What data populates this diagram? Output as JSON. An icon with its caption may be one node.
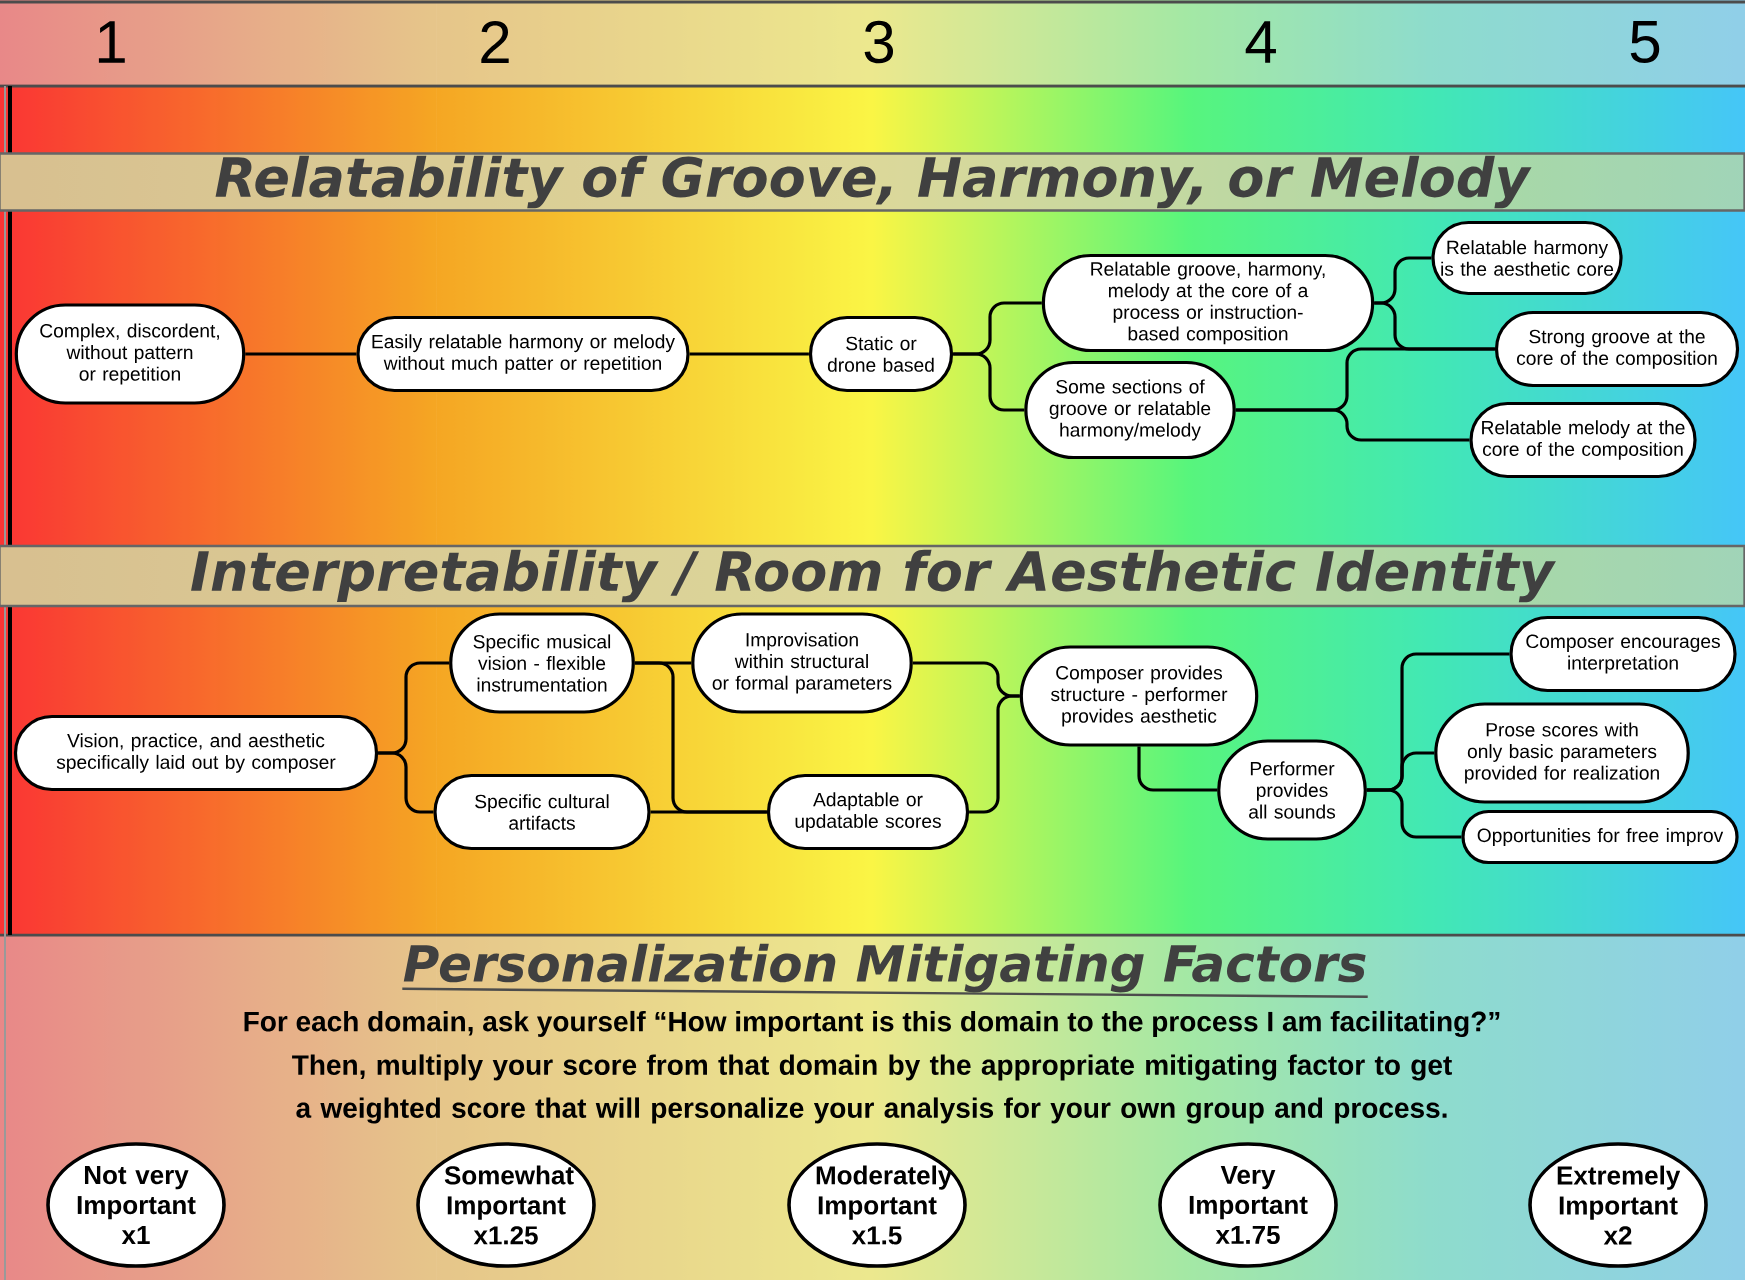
{
  "diagram": {
    "nodes": [
      {
        "text": [
          "Relatability of Groove, Harmony, or Melody"
        ]
      },
      {
        "text": [
          "Complex, discordent, without pattern or repetition"
        ]
      },
      {
        "text": [
          "Easily relatable harmony or melody without much patter or repetition"
        ]
      },
      {
        "text": [
          "Static or drone based"
        ]
      },
      {
        "text": [
          "Relatable groove, harmony, melody at the core of a process or instruction-based composition"
        ]
      },
      {
        "text": [
          "Relatable harmony is the aesthetic core"
        ]
      },
      {
        "text": [
          "Strong groove at the core of the composition"
        ]
      },
      {
        "text": [
          "Some sections of groove or relatable harmony/melody"
        ]
      },
      {
        "text": [
          "Relatable melody at the core of the composition"
        ]
      },
      {
        "text": [
          "Interpretability / Room for Aesthetic Identity"
        ]
      },
      {
        "text": [
          "Vision, practice, and aesthetic specifically laid out by composer"
        ]
      },
      {
        "text": [
          "Specific musical vision - flexible instrumentation"
        ]
      },
      {
        "text": [
          "Improvisation within structural or formal parameters"
        ]
      },
      {
        "text": [
          "Specific cultural artifacts"
        ]
      },
      {
        "text": [
          "Adaptable or updatable scores"
        ]
      },
      {
        "text": [
          "Composer provides structure - performer provides aesthetic"
        ]
      },
      {
        "text": [
          "Performer provides all sounds"
        ]
      },
      {
        "text": [
          "Composer encourages interpretation"
        ]
      },
      {
        "text": [
          "Prose scores with only basic parameters provided for realization"
        ]
      },
      {
        "text": [
          "Opportunities for free improv"
        ]
      },
      {
        "text": [
          "Not very Important x1"
        ]
      },
      {
        "text": [
          "Somewhat Important x1.25"
        ]
      },
      {
        "text": [
          "Moderately Important x1.5"
        ]
      },
      {
        "text": [
          "Very Important x1.75"
        ]
      },
      {
        "text": [
          "Extremely Important x2"
        ]
      }
    ],
    "edges": [
      {
        "from": 1,
        "to": 2,
        "arrow": "none"
      },
      {
        "from": 2,
        "to": 3,
        "arrow": "none"
      },
      {
        "from": 3,
        "to": 4,
        "arrow": "none"
      },
      {
        "from": 3,
        "to": 7,
        "arrow": "none"
      },
      {
        "from": 4,
        "to": 5,
        "arrow": "none"
      },
      {
        "from": 4,
        "to": 6,
        "arrow": "none"
      },
      {
        "from": 7,
        "to": 6,
        "arrow": "none"
      },
      {
        "from": 7,
        "to": 8,
        "arrow": "none"
      },
      {
        "from": 10,
        "to": 11,
        "arrow": "none"
      },
      {
        "from": 10,
        "to": 13,
        "arrow": "none"
      },
      {
        "from": 11,
        "to": 12,
        "arrow": "none"
      },
      {
        "from": 11,
        "to": 14,
        "arrow": "none"
      },
      {
        "from": 13,
        "to": 14,
        "arrow": "none"
      },
      {
        "from": 12,
        "to": 15,
        "arrow": "none"
      },
      {
        "from": 14,
        "to": 15,
        "arrow": "none"
      },
      {
        "from": 15,
        "to": 16,
        "arrow": "none"
      },
      {
        "from": 16,
        "to": 17,
        "arrow": "none"
      },
      {
        "from": 16,
        "to": 18,
        "arrow": "none"
      },
      {
        "from": 16,
        "to": 19,
        "arrow": "none"
      }
    ],
    "labels": [
      "1",
      "2",
      "3",
      "4",
      "5",
      "Personalization Mitigating Factors",
      "For each domain, ask yourself “How important is this domain to the process I am facilitating?”",
      "Then, multiply your score from that domain by the appropriate mitigating factor to get a weighted score that will personalize your analysis for your own group and process."
    ]
  }
}
